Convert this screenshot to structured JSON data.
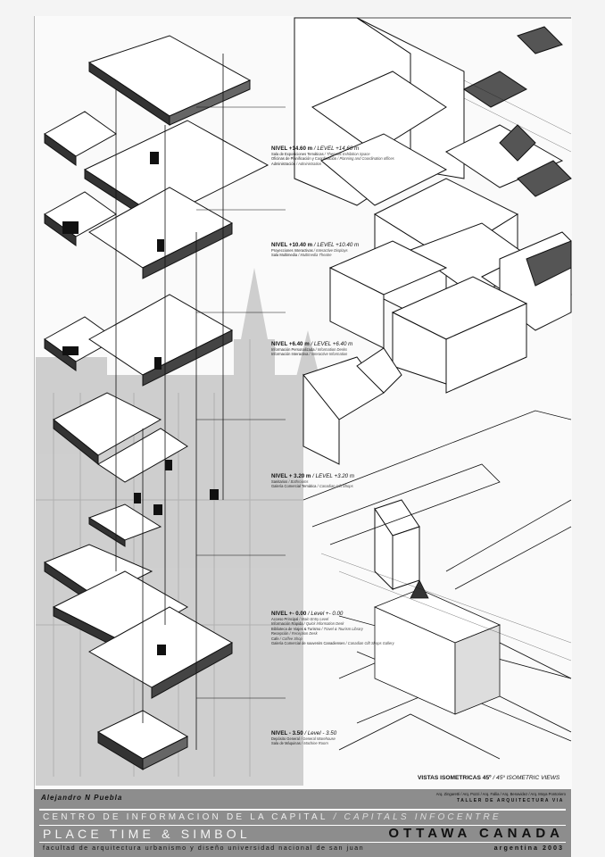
{
  "levels": [
    {
      "head": "NIVEL +14.60 m",
      "head_en": " / LEVEL +14.60 m",
      "rows": [
        {
          "es": "Sala de Exposiciones Temáticas",
          "en": " / Thematic Exhibition Space"
        },
        {
          "es": "Oficinas de Planificación y Coordinación",
          "en": " / Planning and Coordination offices"
        },
        {
          "es": "Administración",
          "en": " / Administration"
        }
      ]
    },
    {
      "head": "NIVEL +10.40 m",
      "head_en": " / LEVEL +10.40 m",
      "rows": [
        {
          "es": "Proyecciones Interactivas",
          "en": " / Interactive Displays"
        },
        {
          "es": "Sala Multimedia",
          "en": " / Multimedia Theatre"
        }
      ]
    },
    {
      "head": "NIVEL +6.40 m",
      "head_en": " / LEVEL +6.40 m",
      "rows": [
        {
          "es": "Información Personalizada",
          "en": " / Information Desks"
        },
        {
          "es": "Información Interactiva",
          "en": " / Interactive Information"
        }
      ]
    },
    {
      "head": "NIVEL + 3.20 m",
      "head_en": " / LEVEL +3.20 m",
      "rows": [
        {
          "es": "Sanitarios",
          "en": " / Bathrooms"
        },
        {
          "es": "Galería Comercial Temática",
          "en": " / Canadian Gift Shops"
        }
      ]
    },
    {
      "head": "NIVEL +- 0.00",
      "head_en": " / Level +- 0.00",
      "rows": [
        {
          "es": "Acceso Principal",
          "en": " / Main Entry Level"
        },
        {
          "es": "Información Rápida",
          "en": " / Quick Information Desk"
        },
        {
          "es": "Biblioteca de Viajes & Turismo",
          "en": " / Travel & Tourism Library"
        },
        {
          "es": "Recepción",
          "en": " / Reception Desk"
        },
        {
          "es": "Cafe",
          "en": " / Coffee Shop"
        },
        {
          "es": "Galería Comercial de souvenirs Canadienses",
          "en": " / Canadian Gift Shops Gallery"
        }
      ]
    },
    {
      "head": "NIVEL - 3.50",
      "head_en": " / Level - 3.50",
      "rows": [
        {
          "es": "Depósito General",
          "en": " / General Warehouse"
        },
        {
          "es": "Sala de Máquinas",
          "en": " / Machine Room"
        }
      ]
    }
  ],
  "views": {
    "es": "VISTAS ISOMETRICAS 45º",
    "en": " / 45º ISOMETRIC VIEWS"
  },
  "footer": {
    "author": "Alejandro N Puebla",
    "credits": "Arq. Zingaretti / Arq. Pozzi / Arq. Fallia / Arq. Benavidez / Arq. Moya Pontoriero",
    "studio": "TALLER DE ARQUITECTURA VIA",
    "centro": "CENTRO DE INFORMACION DE LA CAPITAL",
    "centro_en": " / CAPITALS INFOCENTRE",
    "place": "PLACE TIME & SIMBOL",
    "city": "OTTAWA CANADA",
    "faculty": "facultad de arquitectura urbanismo y diseño universidad nacional de san juan",
    "country": "argentina 2003"
  },
  "colors": {
    "paper": "#fafafa",
    "ghost": "#bdbdbd",
    "footer": "#8d8d8d",
    "ink": "#111111"
  }
}
